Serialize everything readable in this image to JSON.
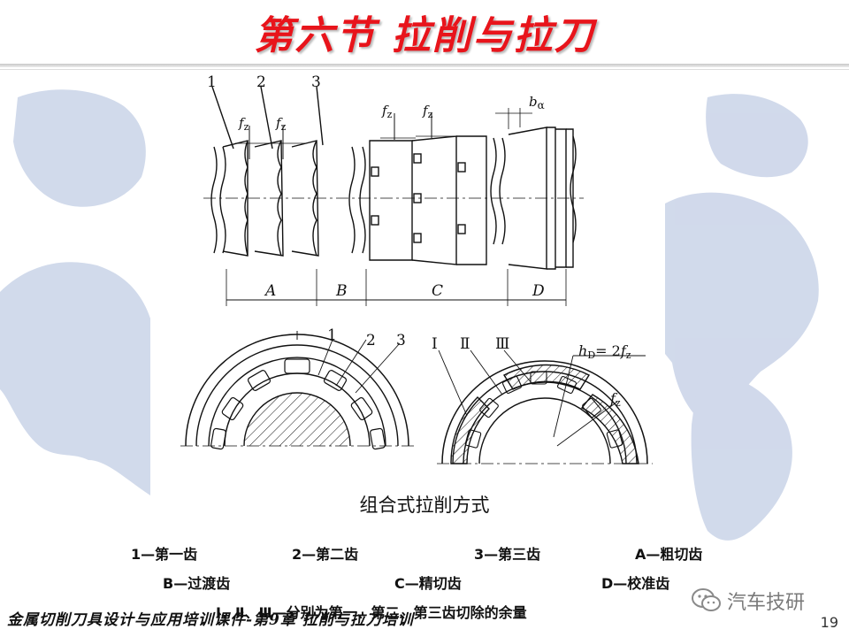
{
  "slide": {
    "title": "第六节 拉削与拉刀",
    "caption": "组合式拉削方式",
    "legend": [
      "1—第一齿",
      "2—第二齿",
      "3—第三齿",
      "A—粗切齿",
      "B—过渡齿",
      "C—精切齿",
      "D—校准齿",
      "Ⅰ、Ⅱ、Ⅲ—分别为第一、第二、第三齿切除的余量"
    ],
    "footer": "金属切削刀具设计与应用培训课件-第9章 拉削与拉刀培训",
    "page_number": "19",
    "watermark": "汽车技研"
  },
  "figure": {
    "top_numbers": [
      "1",
      "2",
      "3"
    ],
    "feed_label": "f",
    "feed_subscript": "z",
    "width_label": "b",
    "width_subscript": "α",
    "sections": [
      "A",
      "B",
      "C",
      "D"
    ],
    "bottom_left_numbers": [
      "1",
      "2",
      "3"
    ],
    "roman_numerals": [
      "Ⅰ",
      "Ⅱ",
      "Ⅲ"
    ],
    "depth_label": "h",
    "depth_subscript": "D",
    "depth_eq": "= 2",
    "depth_f": "f",
    "depth_f_sub": "z",
    "fz_label": "f",
    "fz_sub": "z"
  },
  "colors": {
    "title": "#e8141b",
    "map": "#c9d3e8",
    "line": "#111111"
  }
}
